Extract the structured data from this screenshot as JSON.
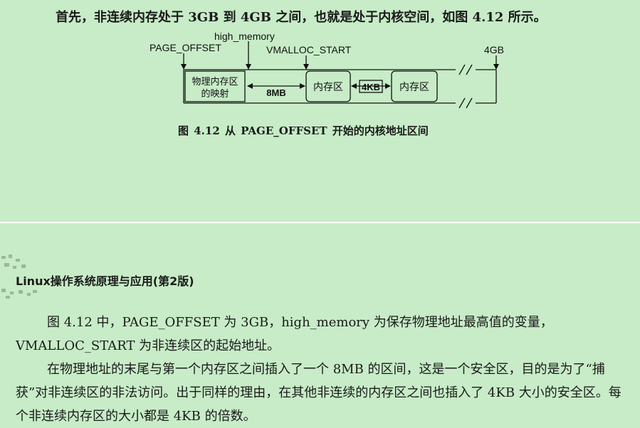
{
  "intro": "首先，非连续内存处于 3GB 到 4GB 之间，也就是处于内核空间，如图 4.12 所示。",
  "diagram": {
    "labels": {
      "page_offset": "PAGE_OFFSET",
      "high_memory": "high_memory",
      "vmalloc_start": "VMALLOC_START",
      "end": "4GB"
    },
    "physical_block": [
      "物理内存区",
      "的映射"
    ],
    "gap_8mb": "8MB",
    "area1": "内存区",
    "gap_4kb": "4KB",
    "area2": "内存区"
  },
  "caption": "图 4.12   从 PAGE_OFFSET 开始的内核地址区间",
  "book_title": "Linux操作系统原理与应用(第2版)",
  "paragraphs": [
    "图 4.12 中，PAGE_OFFSET 为 3GB，high_memory 为保存物理地址最高值的变量，VMALLOC_START 为非连续区的起始地址。",
    "在物理地址的末尾与第一个内存区之间插入了一个 8MB 的区间，这是一个安全区，目的是为了“捕获”对非连续区的非法访问。出于同样的理由，在其他非连续的内存区之间也插入了 4KB 大小的安全区。每个非连续内存区的大小都是 4KB 的倍数。"
  ]
}
